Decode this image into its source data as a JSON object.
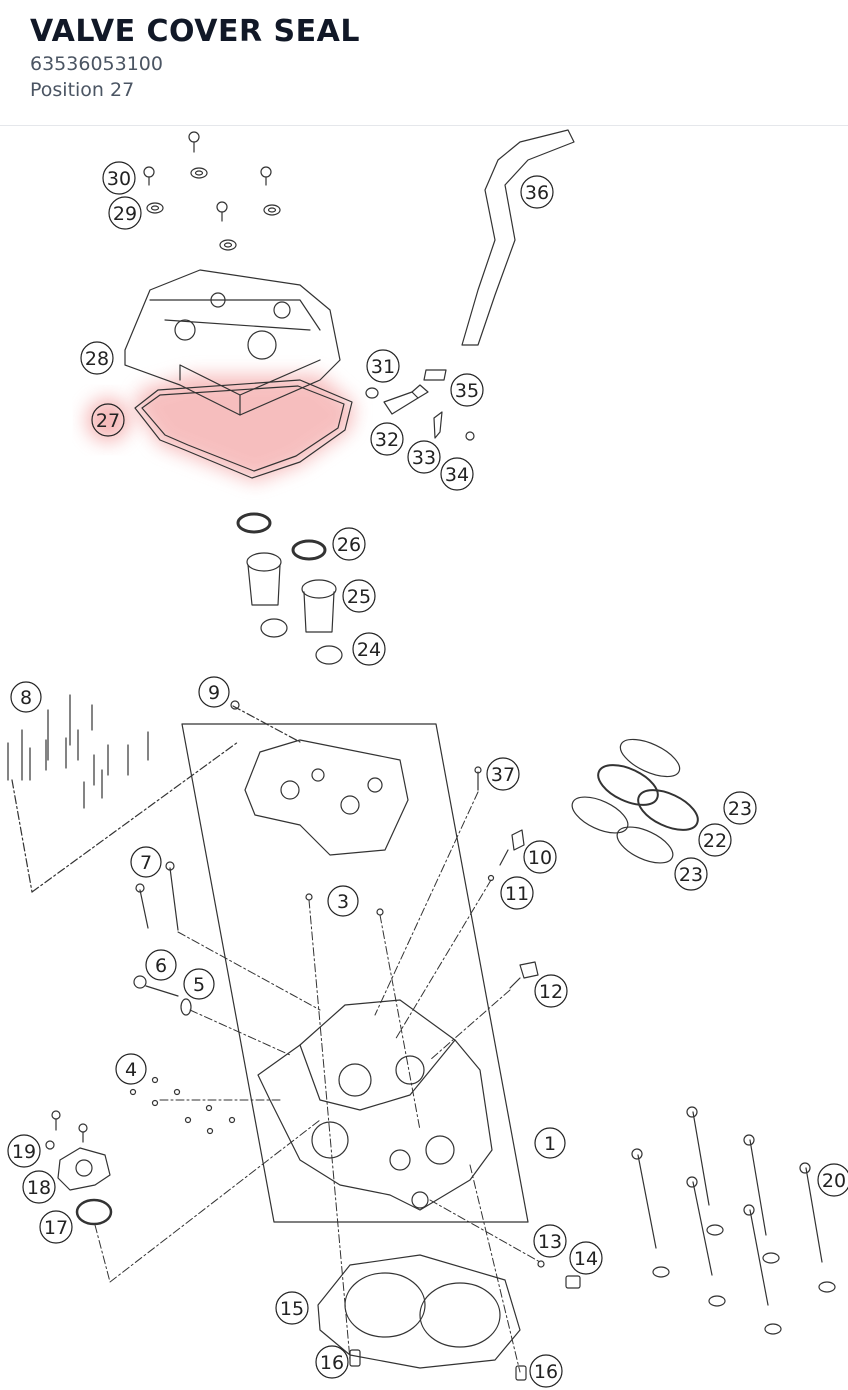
{
  "header": {
    "title": "VALVE COVER SEAL",
    "part_number": "63536053100",
    "position_label": "Position 27"
  },
  "diagram": {
    "highlight_color": "#f5a0a0",
    "highlighted_callout": "27",
    "callouts": [
      "1",
      "3",
      "4",
      "5",
      "6",
      "7",
      "8",
      "9",
      "10",
      "11",
      "12",
      "13",
      "14",
      "15",
      "16",
      "16",
      "17",
      "18",
      "19",
      "20",
      "22",
      "23",
      "23",
      "24",
      "25",
      "26",
      "27",
      "28",
      "29",
      "30",
      "31",
      "32",
      "33",
      "34",
      "35",
      "36",
      "37"
    ]
  }
}
